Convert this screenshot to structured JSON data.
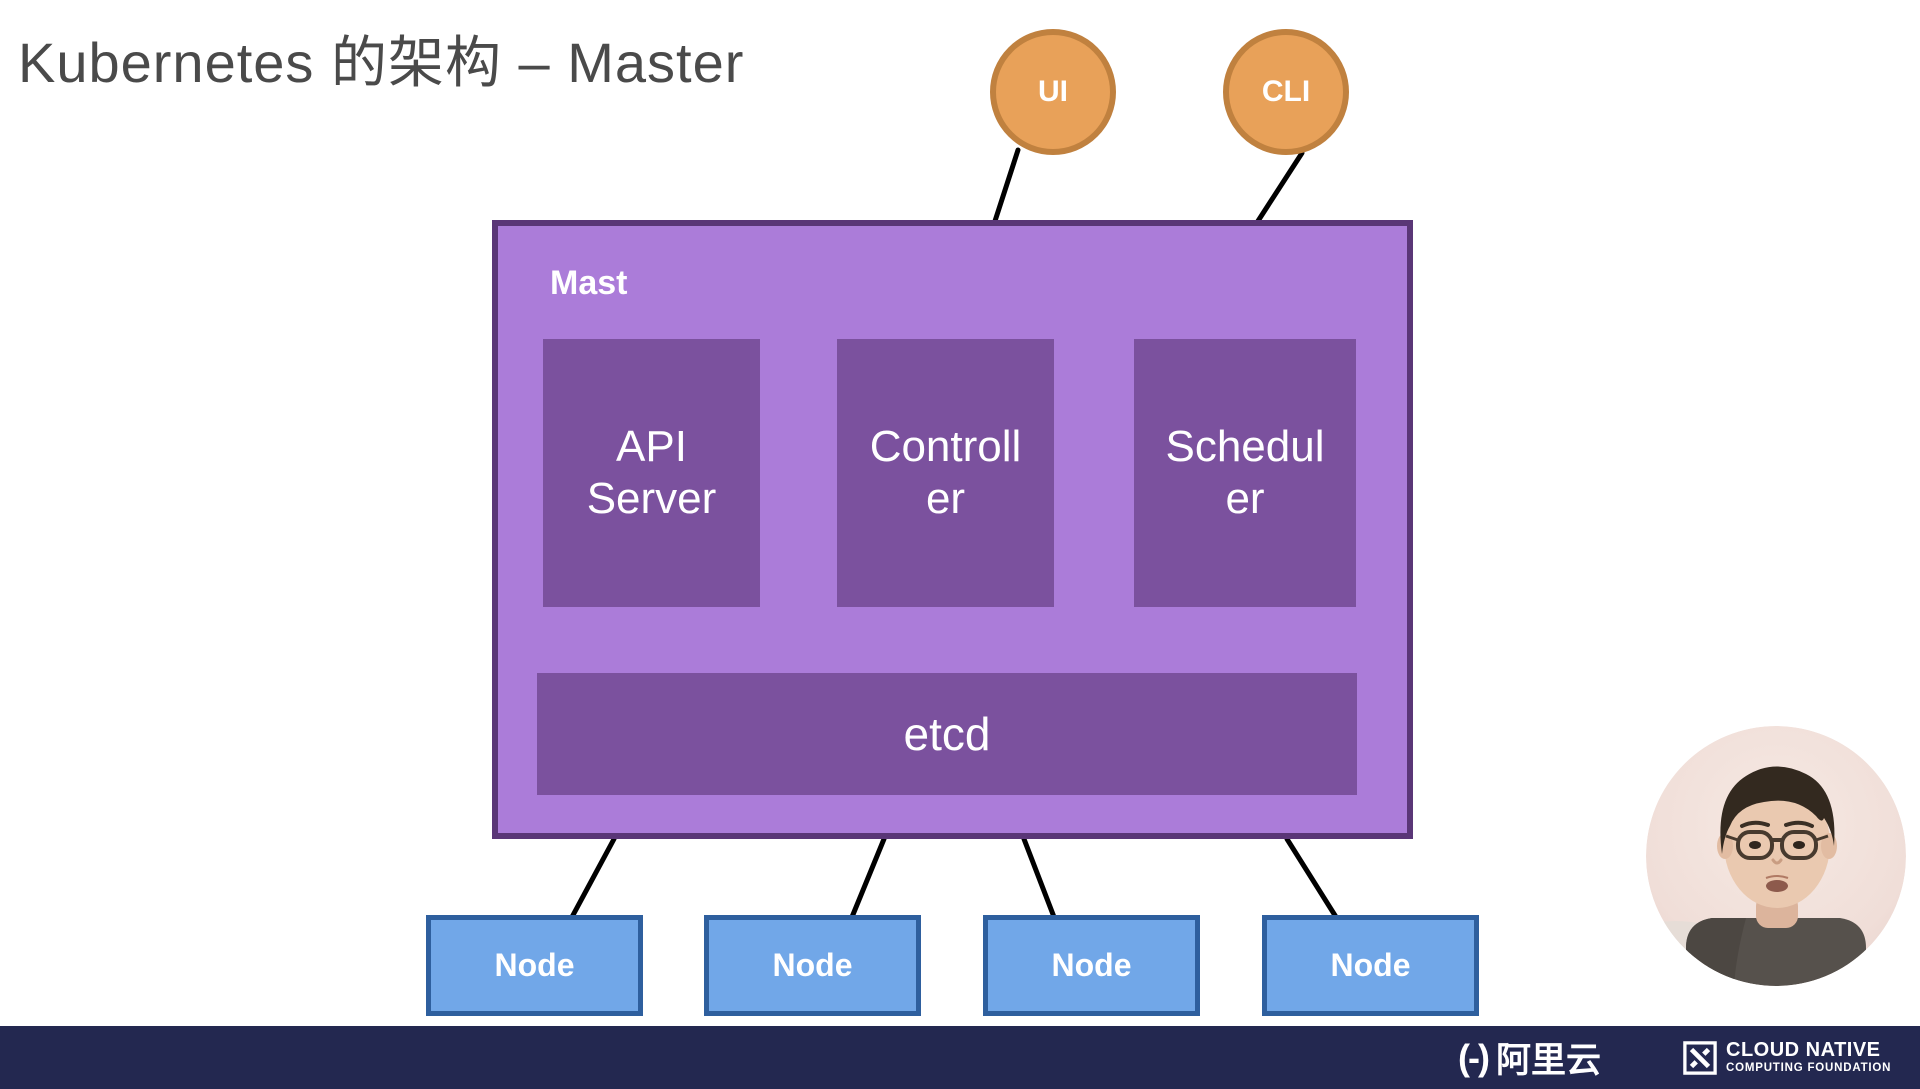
{
  "title": "Kubernetes 的架构 – Master",
  "diagram": {
    "clients": [
      {
        "label": "UI"
      },
      {
        "label": "CLI"
      }
    ],
    "master": {
      "label": "Mast",
      "components": [
        {
          "line1": "API",
          "line2": "Server"
        },
        {
          "line1": "Controll",
          "line2": "er"
        },
        {
          "line1": "Schedul",
          "line2": "er"
        }
      ],
      "store": "etcd"
    },
    "nodes": [
      {
        "label": "Node"
      },
      {
        "label": "Node"
      },
      {
        "label": "Node"
      },
      {
        "label": "Node"
      }
    ]
  },
  "footer": {
    "alibaba_mark": "(-)",
    "alibaba_name": "阿里云",
    "cncf_line1": "CLOUD NATIVE",
    "cncf_line2": "COMPUTING FOUNDATION"
  },
  "colors": {
    "master_fill": "#ab7cd9",
    "master_border": "#5a3677",
    "component_fill": "#7b519e",
    "client_fill": "#e8a159",
    "client_border": "#c0813f",
    "node_fill": "#71a7e8",
    "node_border": "#2e5f9e",
    "footer_bg": "#232850",
    "connector_line": "#000000",
    "title_text": "#4a4a4a"
  }
}
